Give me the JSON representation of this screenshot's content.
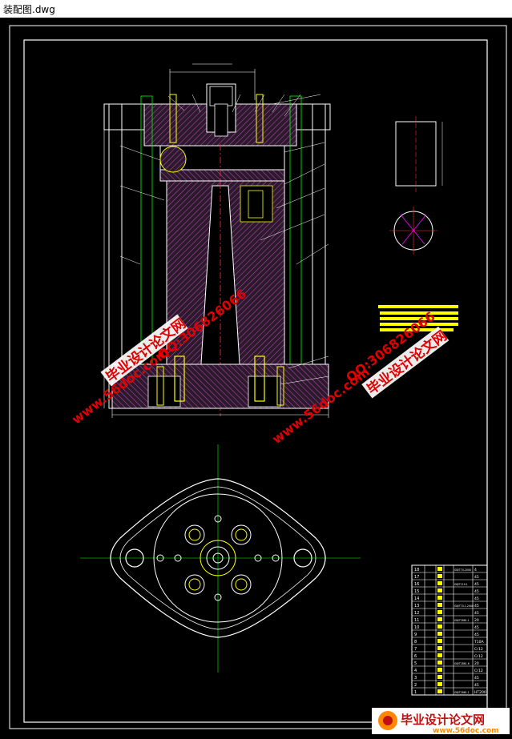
{
  "window": {
    "title": "装配图.dwg"
  },
  "watermarks": {
    "left_lines": [
      "毕业设计论文网",
      "www.56doc.com",
      "QQ:306826066"
    ],
    "right_lines": [
      "毕业设计论文网",
      "www.56doc.com",
      "QQ:306826066"
    ]
  },
  "logo": {
    "name": "毕业设计论文网",
    "url": "www.56doc.com"
  },
  "bom": {
    "rows": [
      {
        "no": "18",
        "code": "GB/T70-2000",
        "qty": "4"
      },
      {
        "no": "17",
        "code": "",
        "qty": "45"
      },
      {
        "no": "16",
        "code": "GB/T119.1",
        "qty": "45"
      },
      {
        "no": "15",
        "code": "",
        "qty": "45"
      },
      {
        "no": "14",
        "code": "",
        "qty": "45"
      },
      {
        "no": "13",
        "code": "GB/T70.1-2000",
        "qty": "45"
      },
      {
        "no": "12",
        "code": "",
        "qty": "45"
      },
      {
        "no": "11",
        "code": "GB/T2861.1",
        "qty": "20"
      },
      {
        "no": "10",
        "code": "",
        "qty": "45"
      },
      {
        "no": "9",
        "code": "",
        "qty": "45"
      },
      {
        "no": "8",
        "code": "",
        "qty": "T10A"
      },
      {
        "no": "7",
        "code": "",
        "qty": "Cr12"
      },
      {
        "no": "6",
        "code": "",
        "qty": "Cr12"
      },
      {
        "no": "5",
        "code": "GB/T2861.6",
        "qty": "20"
      },
      {
        "no": "4",
        "code": "",
        "qty": "Cr12"
      },
      {
        "no": "3",
        "code": "",
        "qty": "45"
      },
      {
        "no": "2",
        "code": "",
        "qty": "45"
      },
      {
        "no": "1",
        "code": "GB/T2861.1",
        "qty": "HT200"
      }
    ]
  }
}
